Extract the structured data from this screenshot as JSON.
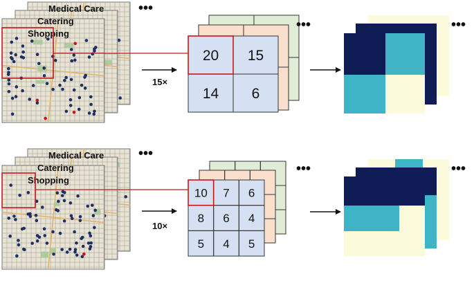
{
  "map_labels": [
    "Medical Care",
    "Catering",
    "Shopping"
  ],
  "ellipsis": "•••",
  "top_row": {
    "scale_label": "15×",
    "grid_values": [
      [
        "20",
        "15"
      ],
      [
        "14",
        "6"
      ]
    ]
  },
  "bottom_row": {
    "scale_label": "10×",
    "grid_values": [
      [
        "10",
        "7",
        "6"
      ],
      [
        "8",
        "6",
        "4"
      ],
      [
        "5",
        "4",
        "5"
      ]
    ]
  },
  "colors": {
    "map_bg": "#e9e3d3",
    "grid_line": "#9a9a9a",
    "poi_pin": "#1e2f63",
    "highlight": "#c8161d",
    "cell_front": "#d6e0f3",
    "cell_mid": "#fbdfcd",
    "cell_back": "#e0ecd6",
    "heat_dark": "#0f1c56",
    "heat_teal": "#3fb4c6",
    "heat_light": "#fbfbdc"
  }
}
